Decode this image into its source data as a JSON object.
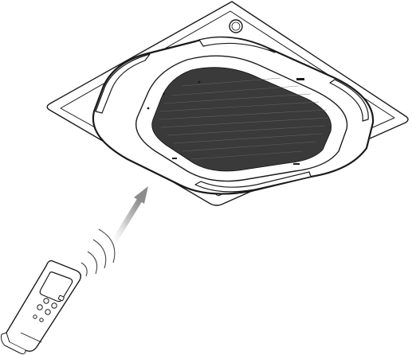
{
  "figure": {
    "panel_text": "",
    "colors": {
      "line": "#1a1a1a",
      "fill": "#ffffff",
      "grille": "#3a3a3a",
      "signal_arrow": "#9a9a9a"
    },
    "icons": [
      "ceiling-cassette-unit",
      "air-grille",
      "remote-control",
      "signal-waves",
      "signal-arrow"
    ]
  }
}
